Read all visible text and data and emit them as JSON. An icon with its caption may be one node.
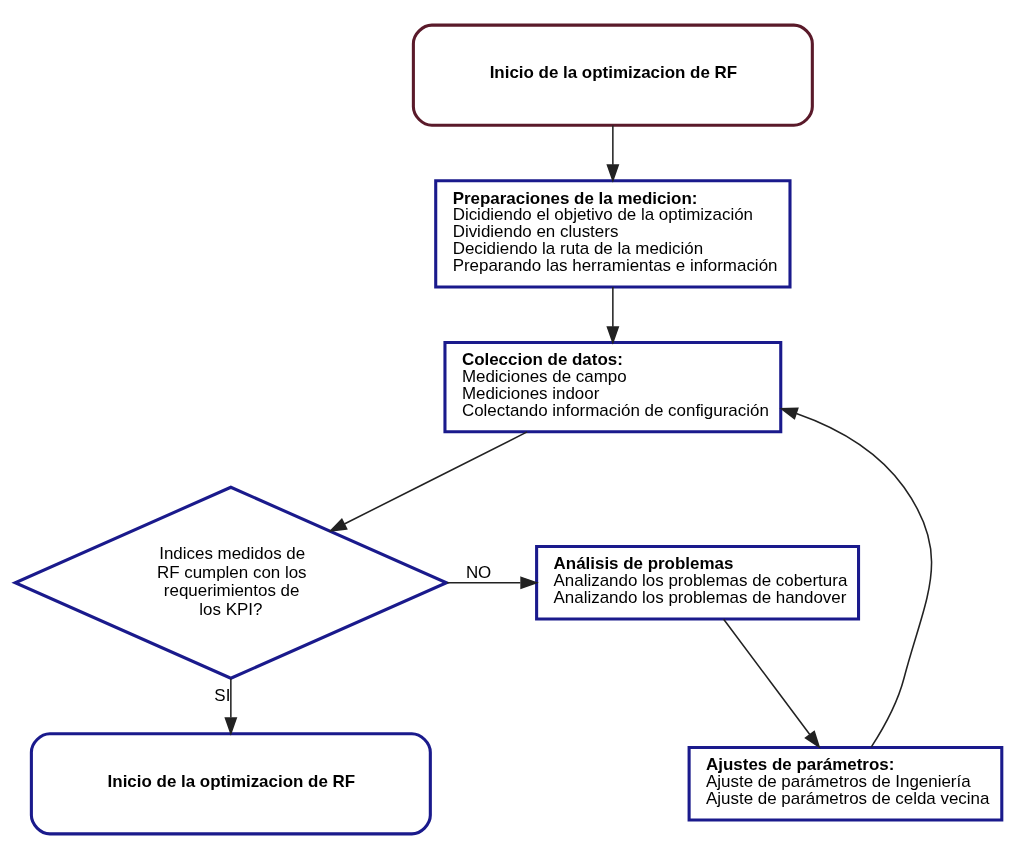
{
  "diagram": {
    "nodes": [
      {
        "text": [
          "Inicio de la optimizacion de RF"
        ]
      },
      {
        "text": [
          "Preparaciones de la medicion:",
          "Dicidiendo el objetivo de la optimización",
          "Dividiendo en clusters",
          "Decidiendo la ruta de la medición",
          "Preparando las herramientas e información"
        ]
      },
      {
        "text": [
          "Coleccion de datos:",
          "Mediciones de campo",
          "Mediciones indoor",
          "Colectando información de configuración"
        ]
      },
      {
        "text": [
          "Indices medidos de RF cumplen con los requerimientos de los KPI?"
        ]
      },
      {
        "text": [
          "Inicio de la optimizacion de RF"
        ]
      },
      {
        "text": [
          "Análisis de problemas",
          "Analizando los problemas de cobertura",
          "Analizando los problemas de handover"
        ]
      },
      {
        "text": [
          "Ajustes de parámetros:",
          "Ajuste de parámetros de Ingeniería",
          "Ajuste de parámetros de celda vecina"
        ]
      }
    ],
    "edges": [
      {
        "from": 0,
        "to": 1,
        "arrow": "to"
      },
      {
        "from": 1,
        "to": 2,
        "arrow": "to"
      },
      {
        "from": 2,
        "to": 3,
        "arrow": "to"
      },
      {
        "from": 3,
        "to": 4,
        "arrow": "to",
        "label": "SI"
      },
      {
        "from": 3,
        "to": 5,
        "arrow": "to",
        "label": "NO"
      },
      {
        "from": 5,
        "to": 6,
        "arrow": "to"
      },
      {
        "from": 6,
        "to": 2,
        "arrow": "to"
      }
    ]
  }
}
